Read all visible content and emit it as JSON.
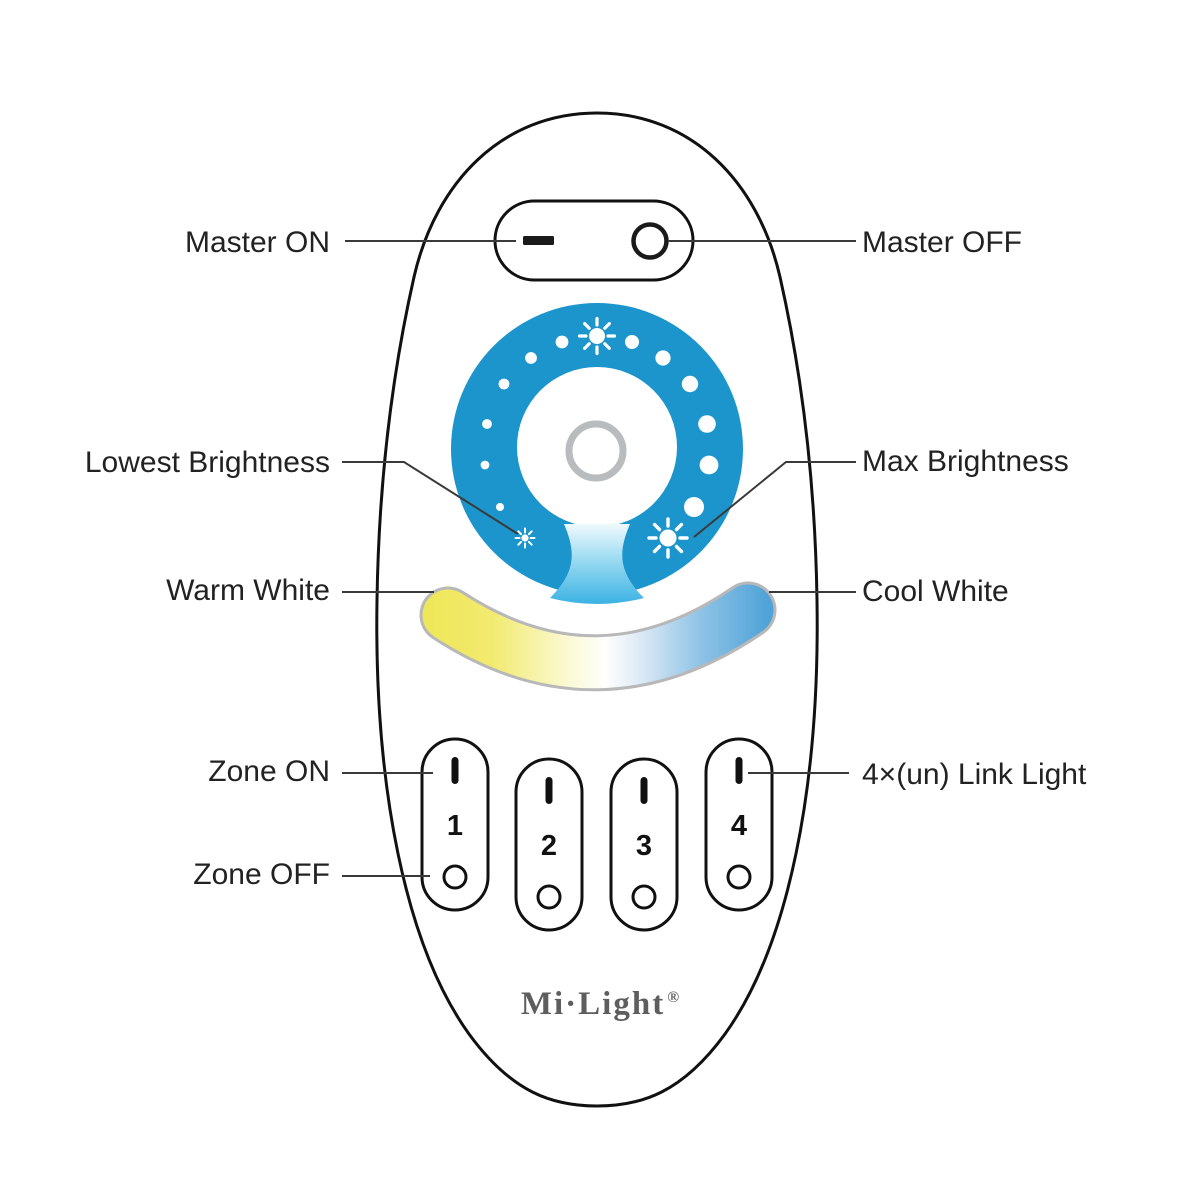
{
  "brand": {
    "name": "Mi·Light",
    "registered_mark": "®"
  },
  "callouts": {
    "left": [
      {
        "id": "master-on",
        "label": "Master ON"
      },
      {
        "id": "lowest-brightness",
        "label": "Lowest Brightness"
      },
      {
        "id": "warm-white",
        "label": "Warm White"
      },
      {
        "id": "zone-on",
        "label": "Zone ON"
      },
      {
        "id": "zone-off",
        "label": "Zone OFF"
      }
    ],
    "right": [
      {
        "id": "master-off",
        "label": "Master OFF"
      },
      {
        "id": "max-brightness",
        "label": "Max Brightness"
      },
      {
        "id": "cool-white",
        "label": "Cool White"
      },
      {
        "id": "link-light",
        "label": "4×(un) Link Light"
      }
    ]
  },
  "zone_buttons": [
    {
      "number": "1"
    },
    {
      "number": "2"
    },
    {
      "number": "3"
    },
    {
      "number": "4"
    }
  ],
  "icons": {
    "master_on": "minus-dash-icon",
    "master_off": "circle-icon",
    "dial_top": "sun-icon",
    "dial_max_brightness": "large-sun-icon",
    "dial_lowest_brightness": "small-sun-icon",
    "zone_on": "vertical-bar-icon",
    "zone_off": "circle-icon"
  },
  "colors": {
    "dial_blue": "#1b95cb",
    "dial_tail_blue": "#3fb4e4",
    "warm_white_yellow": "#efe75a",
    "cool_white_blue": "#4fa3d8",
    "band_outline_gray": "#b8b8b8",
    "hub_ring_gray": "#b9bcbe",
    "outline_black": "#111111",
    "label_text": "#222222",
    "brand_gray": "#5e5e5e",
    "background": "#ffffff"
  }
}
